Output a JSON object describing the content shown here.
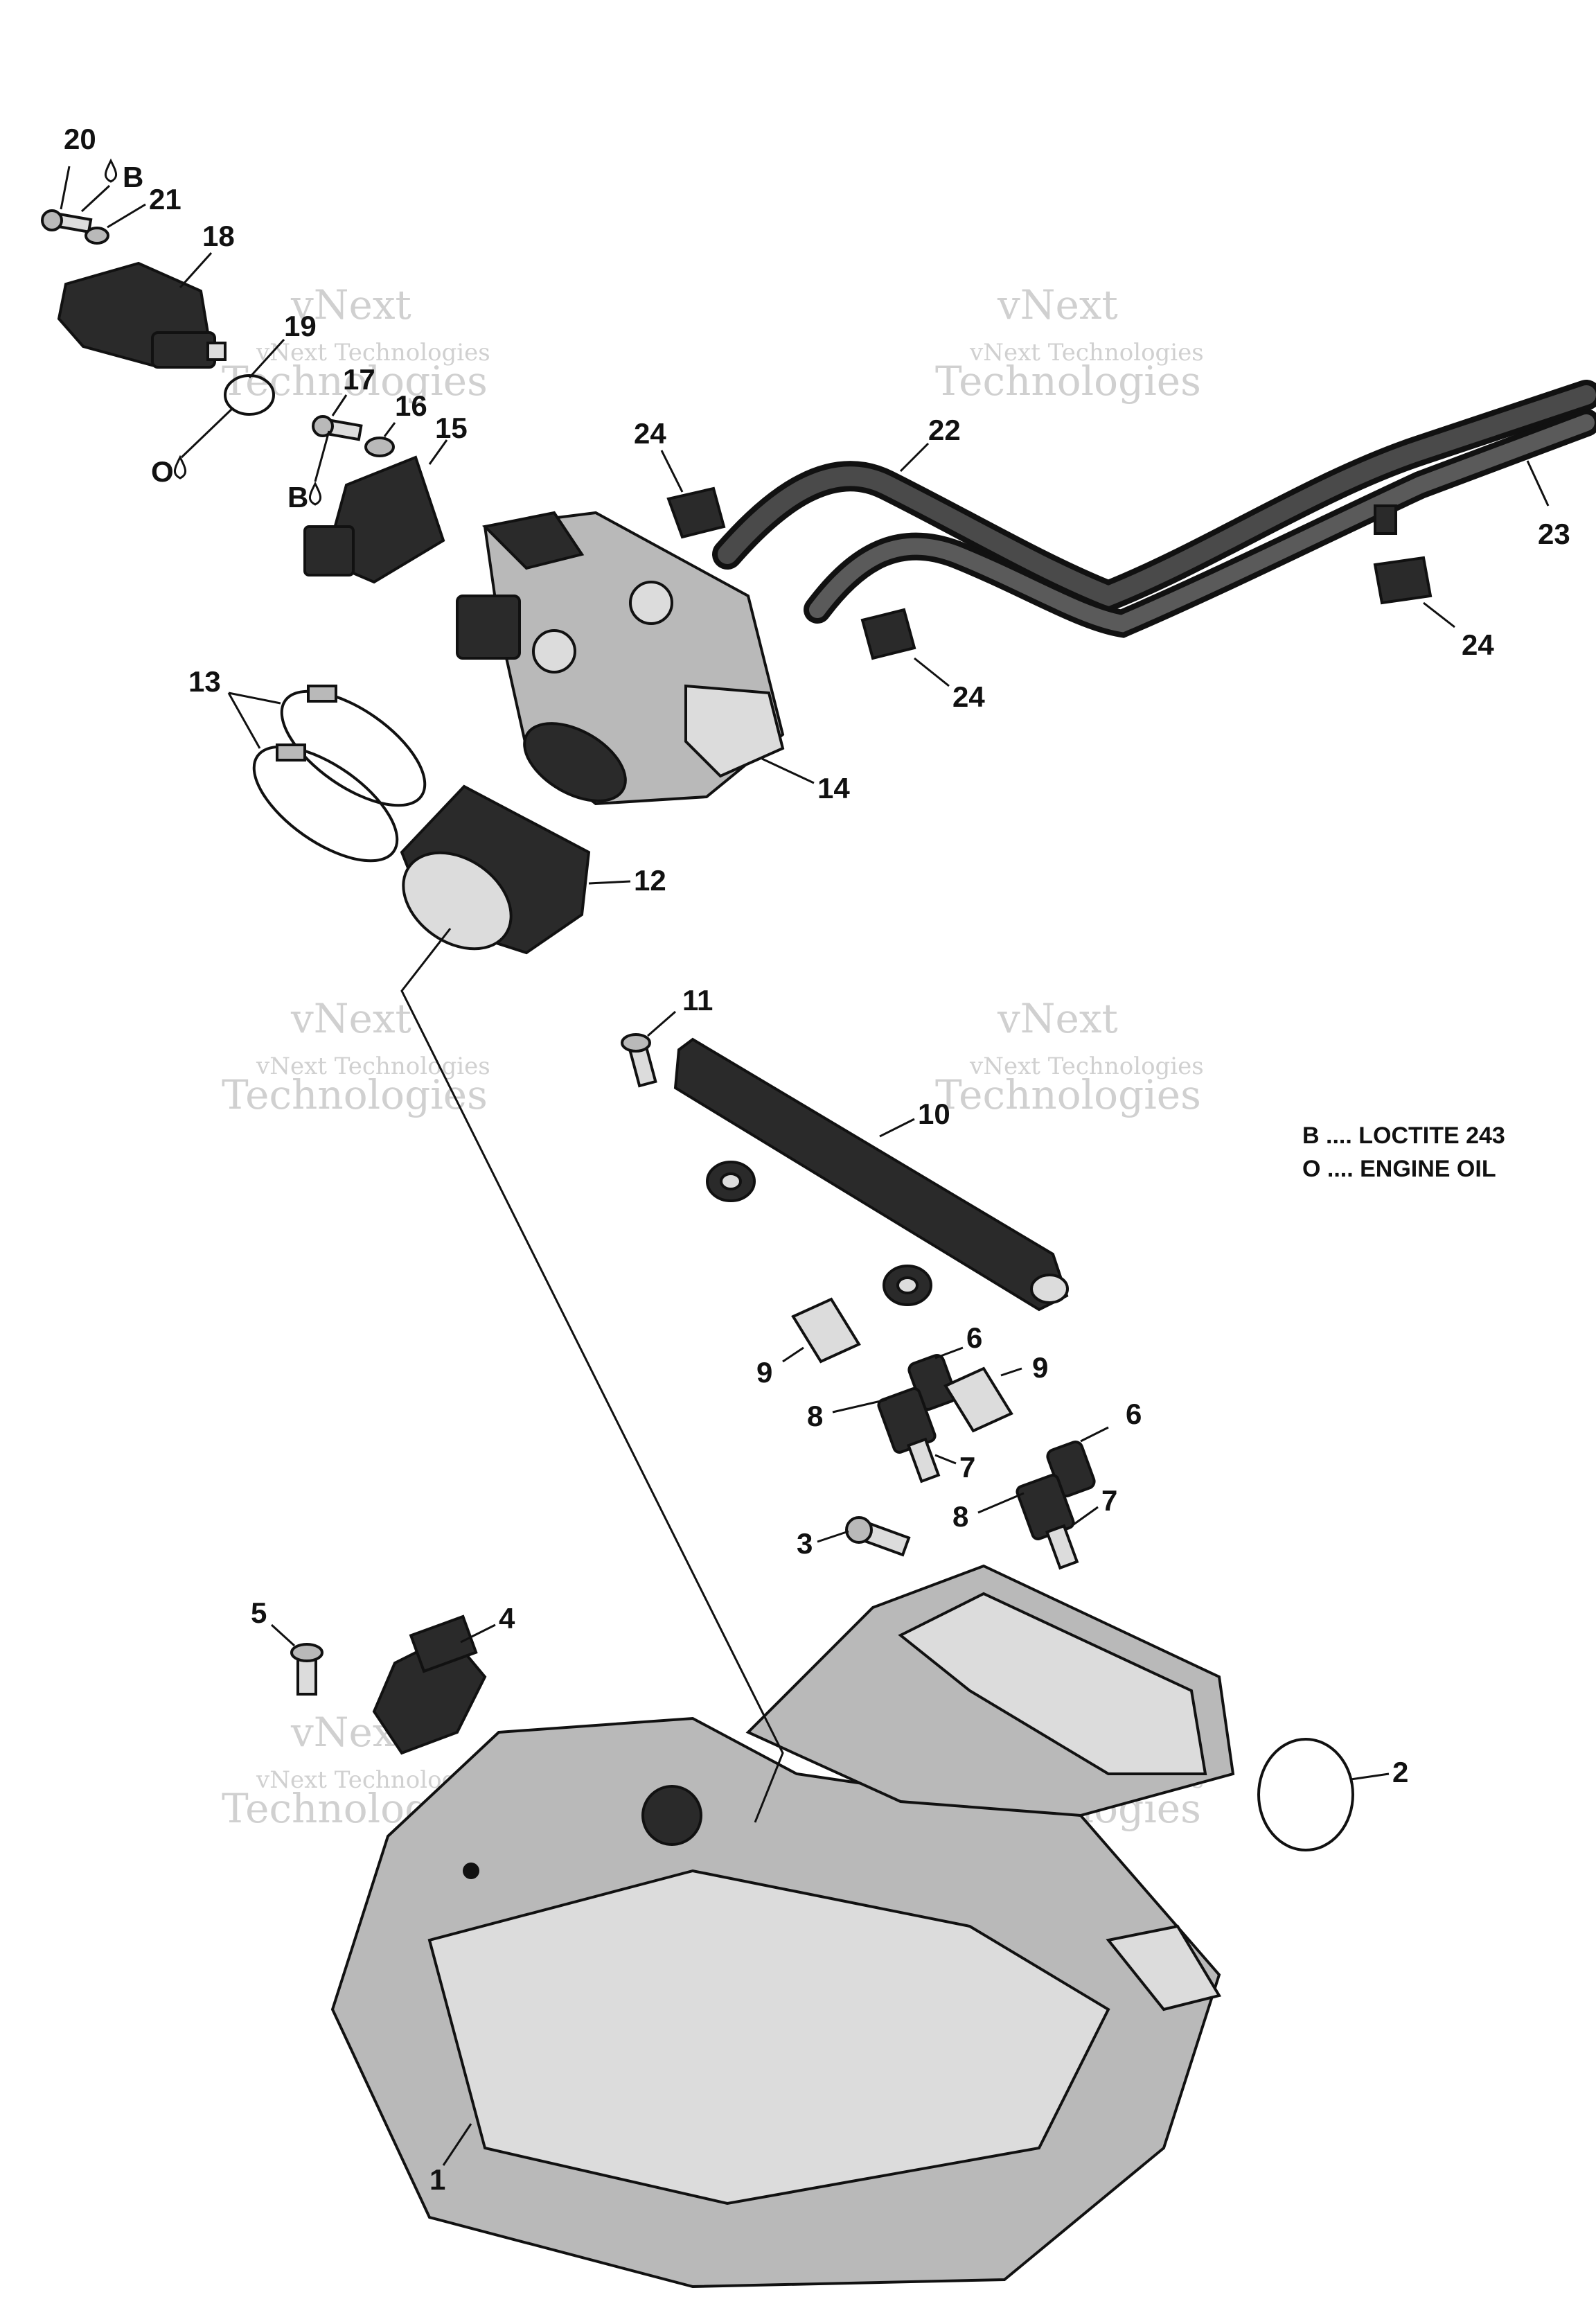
{
  "callouts": [
    {
      "id": "1",
      "label": "1"
    },
    {
      "id": "2",
      "label": "2"
    },
    {
      "id": "3",
      "label": "3"
    },
    {
      "id": "4",
      "label": "4"
    },
    {
      "id": "5",
      "label": "5"
    },
    {
      "id": "6a",
      "label": "6"
    },
    {
      "id": "6b",
      "label": "6"
    },
    {
      "id": "7a",
      "label": "7"
    },
    {
      "id": "7b",
      "label": "7"
    },
    {
      "id": "8a",
      "label": "8"
    },
    {
      "id": "8b",
      "label": "8"
    },
    {
      "id": "9a",
      "label": "9"
    },
    {
      "id": "9b",
      "label": "9"
    },
    {
      "id": "10",
      "label": "10"
    },
    {
      "id": "11",
      "label": "11"
    },
    {
      "id": "12",
      "label": "12"
    },
    {
      "id": "13",
      "label": "13"
    },
    {
      "id": "14",
      "label": "14"
    },
    {
      "id": "15",
      "label": "15"
    },
    {
      "id": "16",
      "label": "16"
    },
    {
      "id": "17",
      "label": "17"
    },
    {
      "id": "18",
      "label": "18"
    },
    {
      "id": "19",
      "label": "19"
    },
    {
      "id": "20",
      "label": "20"
    },
    {
      "id": "21",
      "label": "21"
    },
    {
      "id": "22",
      "label": "22"
    },
    {
      "id": "23",
      "label": "23"
    },
    {
      "id": "24a",
      "label": "24"
    },
    {
      "id": "24b",
      "label": "24"
    },
    {
      "id": "24c",
      "label": "24"
    }
  ],
  "marks": {
    "b_top": "B",
    "b_mid": "B",
    "o_mid": "O"
  },
  "legend": {
    "line1": "B .... LOCTITE 243",
    "line2": "O .... ENGINE OIL"
  },
  "watermark": {
    "line1": "vNext",
    "line2": "vNext Technologies",
    "line3": "Technologies"
  }
}
